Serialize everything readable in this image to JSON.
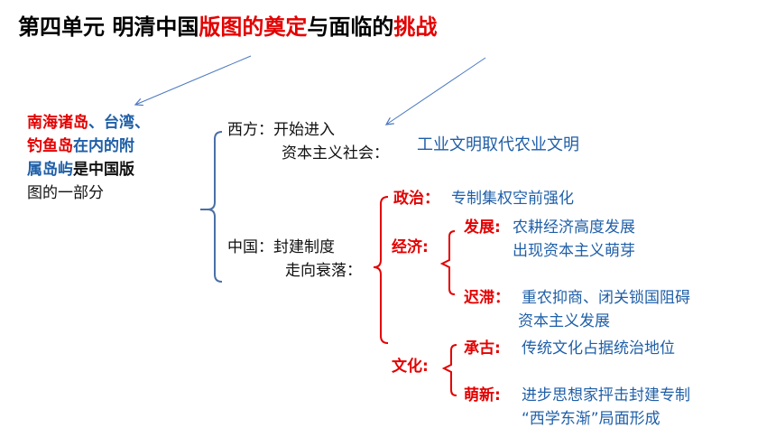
{
  "title": {
    "p1": "第四单元  明清中国",
    "p2": "版图的奠定",
    "p3": "与面临的",
    "p4": "挑战"
  },
  "left": {
    "l1a": "南海诸岛",
    "l1b": "、台湾、",
    "l2a": "钓鱼岛",
    "l2b": "在内的附",
    "l3a": "属岛屿",
    "l3b": "是中国版",
    "l4": "图的一部分"
  },
  "west": {
    "line1": "西方：开始进入",
    "line2": "资本主义社会：",
    "result": "工业文明取代农业文明"
  },
  "china": {
    "line1": "中国：封建制度",
    "line2": "走向衰落："
  },
  "politics": {
    "label": "政治：",
    "text": "专制集权空前强化"
  },
  "economy": {
    "label": "经济:",
    "develop_label": "发展:",
    "develop_1": "农耕经济高度发展",
    "develop_2": "出现资本主义萌芽",
    "stagnate_label": "迟滞：",
    "stagnate_1": "重农抑商、闭关锁国阻碍",
    "stagnate_2": "资本主义发展"
  },
  "culture": {
    "label": "文化:",
    "inherit_label": "承古:",
    "inherit_text": "传统文化占据统治地位",
    "sprout_label": "萌新:",
    "sprout_1": "进步思想家抨击封建专制",
    "sprout_2": "“西学东渐”局面形成"
  },
  "colors": {
    "red": "#e30000",
    "blue": "#1f5fa8",
    "bracket": "#4a6fa5",
    "bracket_red": "#e30000"
  }
}
